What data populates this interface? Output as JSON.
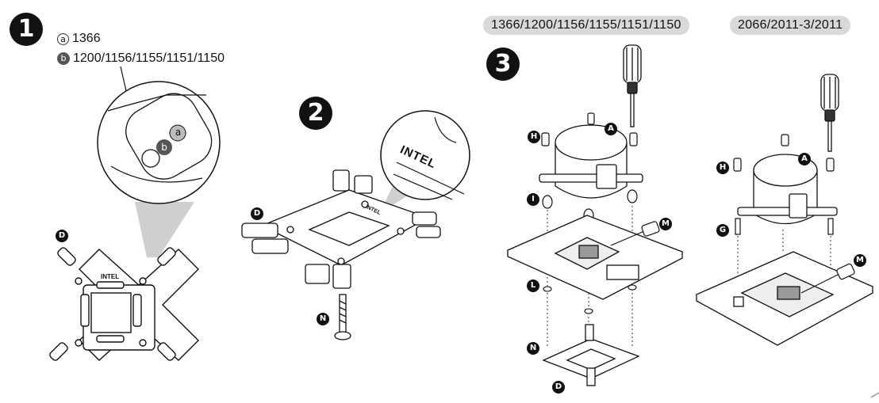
{
  "step1": {
    "number": "1",
    "legend": [
      {
        "key": "a",
        "label": "1366"
      },
      {
        "key": "b",
        "label": "1200/1156/1155/1151/1150"
      }
    ],
    "zoom_badges": {
      "a": "a",
      "b": "b"
    },
    "plate_label": "INTEL",
    "callout_D": "D"
  },
  "step2": {
    "number": "2",
    "zoom_label": "INTEL",
    "plate_label": "INTEL",
    "callout_D": "D",
    "callout_N": "N"
  },
  "step3": {
    "number": "3",
    "socket_group_1": "1366/1200/1156/1155/1151/1150",
    "socket_group_2": "2066/2011-3/2011",
    "left_callouts": {
      "A": "A",
      "H": "H",
      "I": "I",
      "M": "M",
      "L": "L",
      "N": "N",
      "D": "D"
    },
    "right_callouts": {
      "A": "A",
      "H": "H",
      "G": "G",
      "M": "M"
    }
  }
}
